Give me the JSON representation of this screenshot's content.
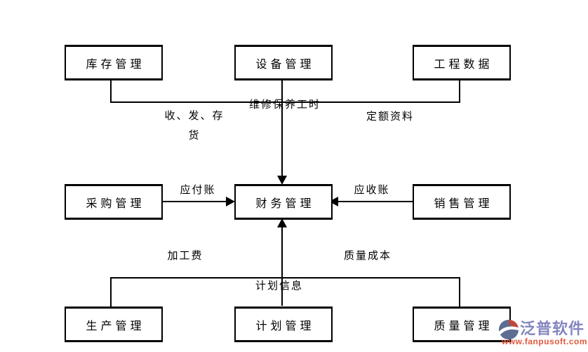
{
  "diagram": {
    "line_color": "#000000",
    "background": "#ffffff",
    "boxes": [
      {
        "id": "inventory",
        "label": "库存管理"
      },
      {
        "id": "equipment",
        "label": "设备管理"
      },
      {
        "id": "engineering",
        "label": "工程数据"
      },
      {
        "id": "procurement",
        "label": "采购管理"
      },
      {
        "id": "finance",
        "label": "财务管理"
      },
      {
        "id": "sales",
        "label": "销售管理"
      },
      {
        "id": "production",
        "label": "生产管理"
      },
      {
        "id": "planning",
        "label": "计划管理"
      },
      {
        "id": "quality",
        "label": "质量管理"
      }
    ],
    "edge_labels": [
      {
        "id": "receive-issue-stock",
        "text": "收、发、存货"
      },
      {
        "id": "maintenance-hours",
        "text": "维修保养工时"
      },
      {
        "id": "quota-data",
        "text": "定额资料"
      },
      {
        "id": "accounts-payable",
        "text": "应付账"
      },
      {
        "id": "accounts-receivable",
        "text": "应收账"
      },
      {
        "id": "processing-fee",
        "text": "加工费"
      },
      {
        "id": "quality-cost",
        "text": "质量成本"
      },
      {
        "id": "plan-info",
        "text": "计划信息"
      }
    ],
    "connections": [
      {
        "from": "inventory",
        "to": "finance",
        "label": "收、发、存货"
      },
      {
        "from": "equipment",
        "to": "finance",
        "label": "维修保养工时"
      },
      {
        "from": "engineering",
        "to": "finance",
        "label": "定额资料"
      },
      {
        "from": "procurement",
        "to": "finance",
        "label": "应付账"
      },
      {
        "from": "sales",
        "to": "finance",
        "label": "应收账"
      },
      {
        "from": "production",
        "to": "finance",
        "label": "加工费"
      },
      {
        "from": "planning",
        "to": "finance",
        "label": "计划信息"
      },
      {
        "from": "quality",
        "to": "finance",
        "label": "质量成本"
      }
    ]
  },
  "watermark": {
    "brand": "泛普软件",
    "website": "www.fanpusoft.com",
    "brand_color": "#8486c0",
    "website_color": "#e2583e",
    "icon_blue": "#5e6d92",
    "icon_red": "#c0453a"
  }
}
